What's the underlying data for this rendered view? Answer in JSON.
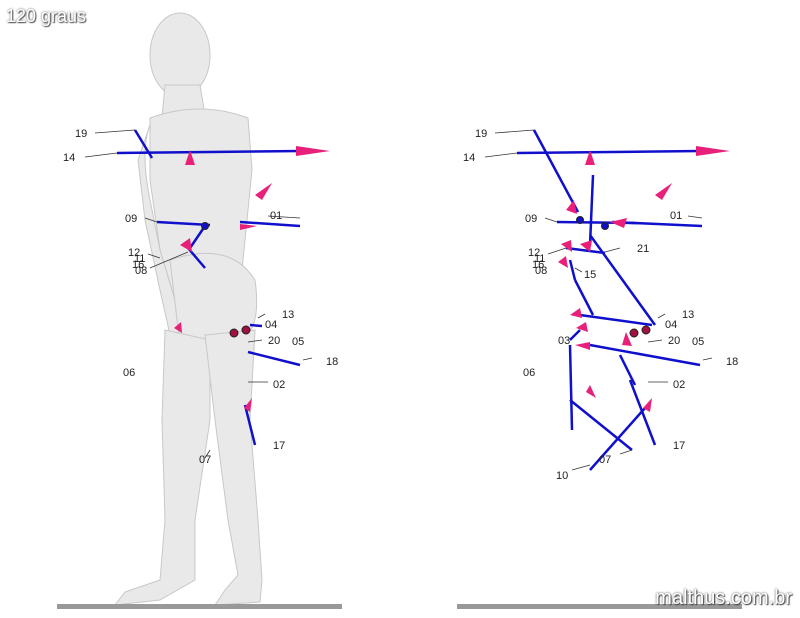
{
  "title": "120 graus",
  "credit": "malthus.com.br",
  "colors": {
    "vector": "#1010cc",
    "arrow": "#e8207a",
    "marker": "#a01040",
    "body": "#e6e6e6",
    "leader": "#333333"
  },
  "left_labels": [
    "19",
    "14",
    "09",
    "01",
    "12",
    "11",
    "16",
    "08",
    "13",
    "04",
    "20",
    "05",
    "06",
    "18",
    "02",
    "17",
    "07"
  ],
  "right_labels": [
    "19",
    "14",
    "09",
    "01",
    "12",
    "11",
    "16",
    "08",
    "21",
    "15",
    "13",
    "04",
    "03",
    "20",
    "05",
    "06",
    "18",
    "02",
    "17",
    "07",
    "10"
  ]
}
